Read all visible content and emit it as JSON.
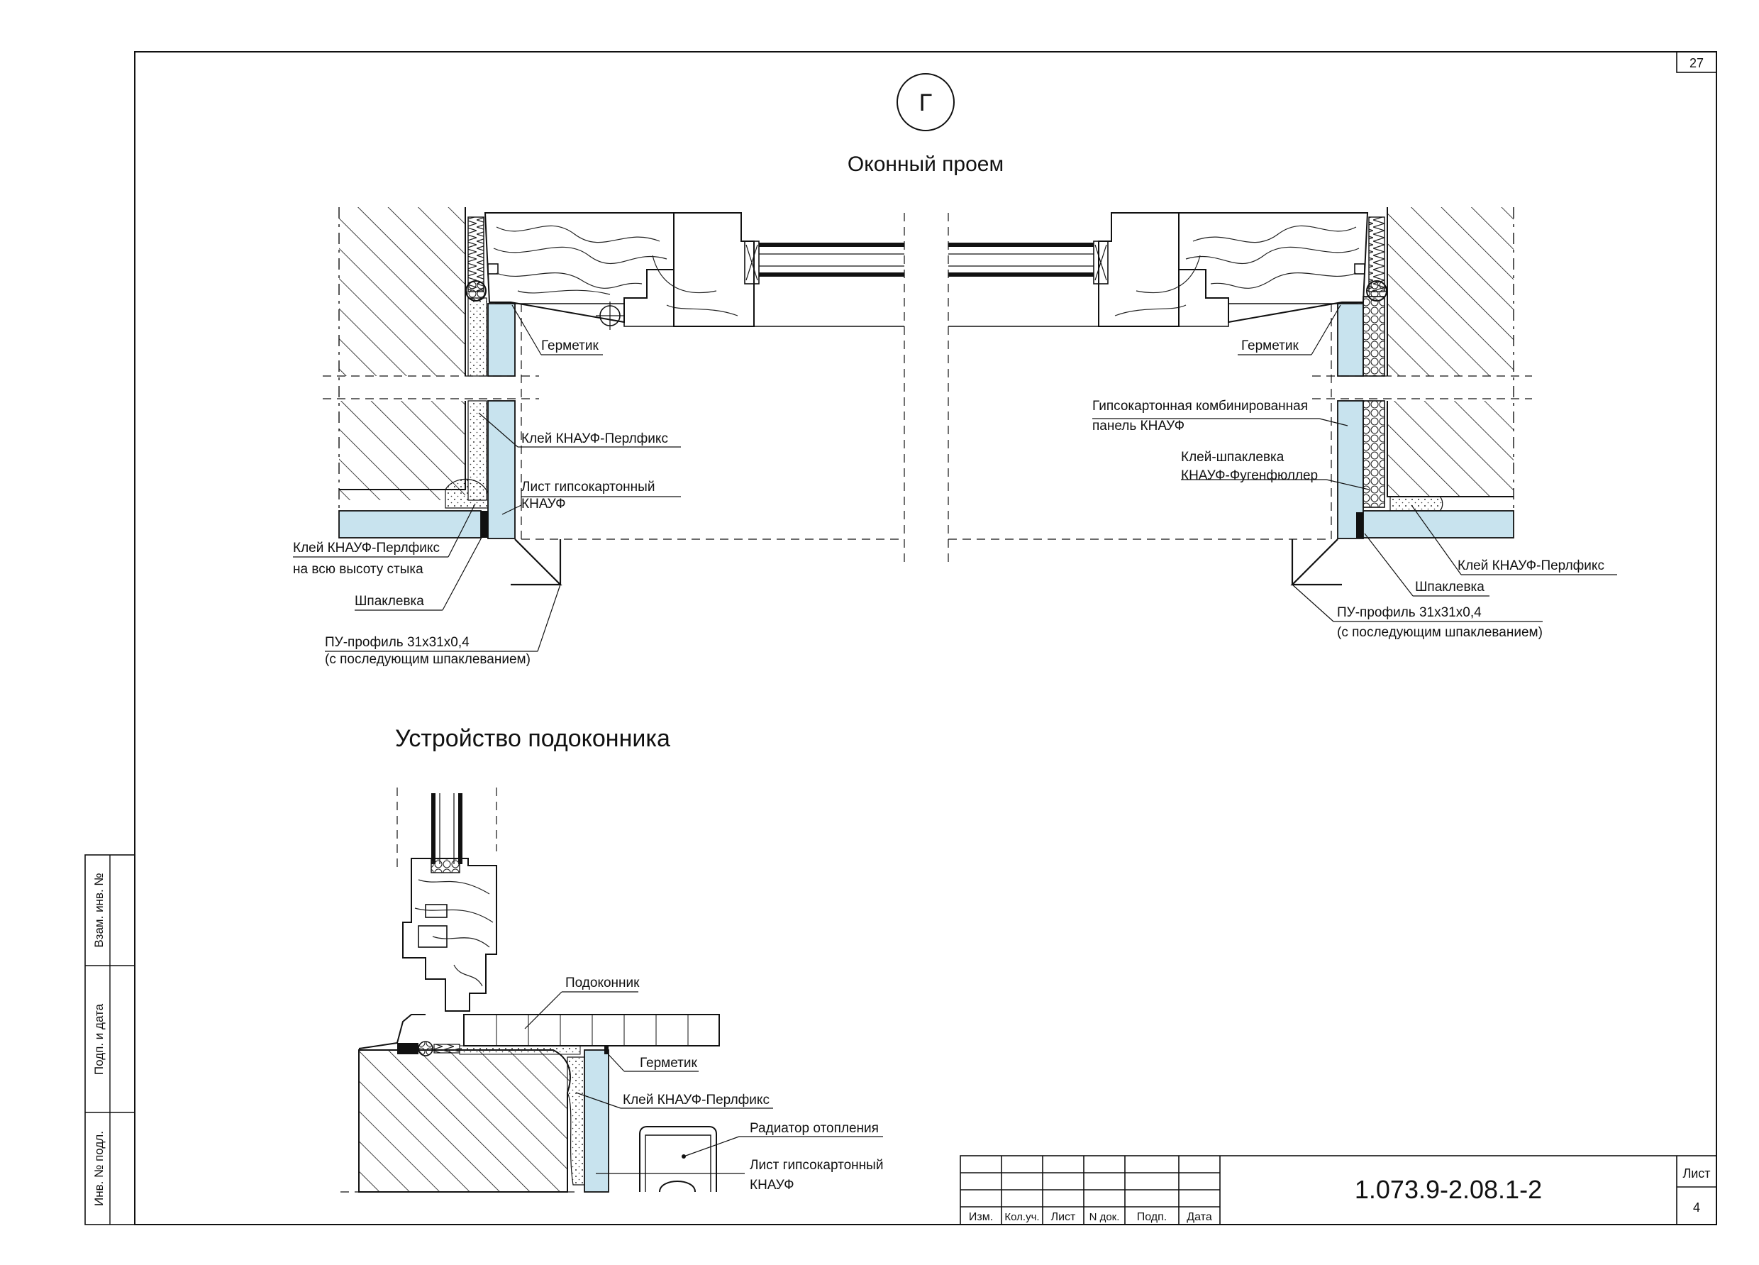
{
  "sheet_corner_number": "27",
  "section_marker": "Г",
  "top_title": "Оконный проем",
  "bottom_title": "Устройство подоконника",
  "left_labels": {
    "germetik": "Герметик",
    "klei_perlfix": "Клей КНАУФ-Перлфикс",
    "list_gk_1": "Лист гипсокартонный",
    "list_gk_2": "КНАУФ",
    "klei_full_1": "Клей КНАУФ-Перлфикс",
    "klei_full_2": "на всю высоту стыка",
    "shpaklevka": "Шпаклевка",
    "pu_1": "ПУ-профиль 31х31х0,4",
    "pu_2": "(с последующим шпаклеванием)"
  },
  "right_labels": {
    "germetik": "Герметик",
    "panel_1": "Гипсокартонная комбинированная",
    "panel_2": "панель КНАУФ",
    "fugen_1": "Клей-шпаклевка",
    "fugen_2": "КНАУФ-Фугенфюллер",
    "klei_perlfix": "Клей КНАУФ-Перлфикс",
    "shpaklevka": "Шпаклевка",
    "pu_1": "ПУ-профиль 31х31х0,4",
    "pu_2": "(с последующим шпаклеванием)"
  },
  "sill_labels": {
    "podokonnik": "Подоконник",
    "germetik": "Герметик",
    "klei_perlfix": "Клей КНАУФ-Перлфикс",
    "radiator": "Радиатор отопления",
    "list_gk_1": "Лист гипсокартонный",
    "list_gk_2": "КНАУФ"
  },
  "side_stamp": {
    "vzam": "Взам. инв. №",
    "podp": "Подп. и дата",
    "inv": "Инв. № подл."
  },
  "title_block": {
    "cols": [
      "Изм.",
      "Кол.уч.",
      "Лист",
      "N док.",
      "Подп.",
      "Дата"
    ],
    "designation": "1.073.9-2.08.1-2",
    "sheet_label": "Лист",
    "sheet_number": "4"
  },
  "colors": {
    "gypsum_board": "#c8e3ee",
    "line": "#111111"
  }
}
